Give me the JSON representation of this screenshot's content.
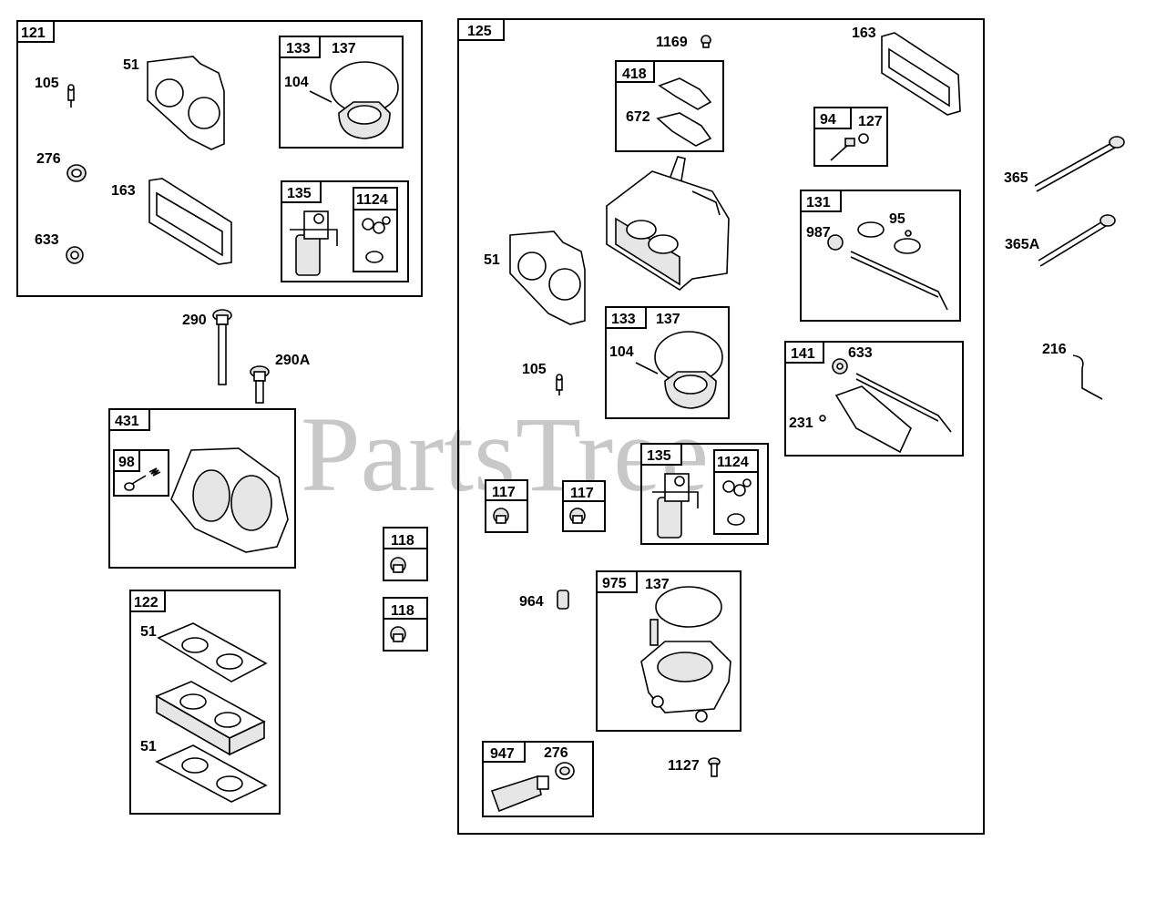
{
  "watermark": "PartsTree",
  "groups": {
    "g121": {
      "tag": "121"
    },
    "g121_133": {
      "tag": "133",
      "sub": "137"
    },
    "g121_135": {
      "tag": "135",
      "sub": "1124"
    },
    "g125": {
      "tag": "125"
    },
    "g125_418": {
      "tag": "418"
    },
    "g125_94": {
      "tag": "94",
      "sub": "127"
    },
    "g125_131": {
      "tag": "131"
    },
    "g125_133": {
      "tag": "133",
      "sub": "137"
    },
    "g125_141": {
      "tag": "141"
    },
    "g125_135": {
      "tag": "135",
      "sub": "1124"
    },
    "g125_117a": {
      "tag": "117"
    },
    "g125_117b": {
      "tag": "117"
    },
    "g125_975": {
      "tag": "975",
      "sub": "137"
    },
    "g125_947": {
      "tag": "947",
      "sub": "276"
    },
    "g431": {
      "tag": "431"
    },
    "g431_98": {
      "tag": "98"
    },
    "g118a": {
      "tag": "118"
    },
    "g118b": {
      "tag": "118"
    },
    "g122": {
      "tag": "122"
    }
  },
  "labels": {
    "l105a": "105",
    "l51a": "51",
    "l276a": "276",
    "l163a": "163",
    "l633a": "633",
    "l104a": "104",
    "l290": "290",
    "l290A": "290A",
    "l51b": "51",
    "l51c": "51",
    "l1169": "1169",
    "l672": "672",
    "l163b": "163",
    "l51d": "51",
    "l987": "987",
    "l95": "95",
    "l104b": "104",
    "l105b": "105",
    "l633b": "633",
    "l231": "231",
    "l964": "964",
    "l1127": "1127",
    "l365": "365",
    "l365A": "365A",
    "l216": "216"
  }
}
